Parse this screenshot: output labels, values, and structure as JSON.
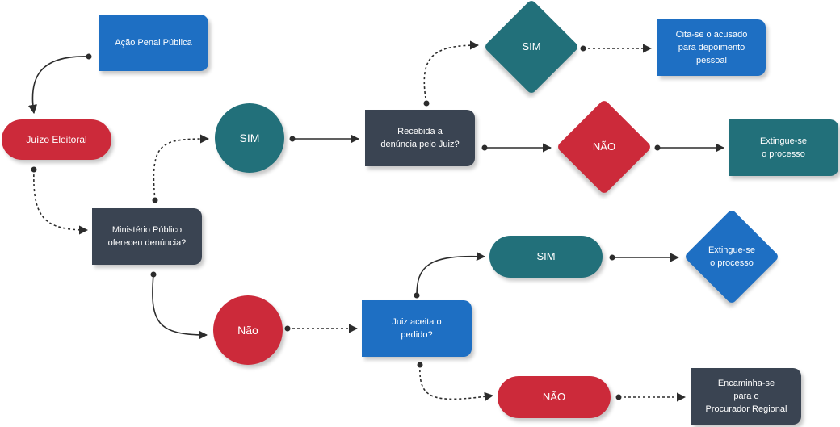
{
  "diagram": {
    "colors": {
      "blue": "#1e6fc3",
      "red": "#cc2a3a",
      "teal": "#22707a",
      "dark": "#3a4452",
      "line": "#2c2c2c"
    },
    "nodes": {
      "acao_penal": "Ação Penal Pública",
      "juizo_eleitoral": "Juízo Eleitoral",
      "mp_denuncia": "Ministério Público\nofereceu denúncia?",
      "sim_denuncia": "SIM",
      "nao_denuncia": "Não",
      "recebida": "Recebida a\ndenúncia pelo Juiz?",
      "sim_recebida": "SIM",
      "nao_recebida": "NÃO",
      "cita_se": "Cita-se o acusado\npara depoimento\npessoal",
      "extingue_1": "Extingue-se\no processo",
      "juiz_aceita": "Juiz aceita o\npedido?",
      "sim_aceita": "SIM",
      "nao_aceita": "NÃO",
      "extingue_2": "Extingue-se\no processo",
      "encaminha": "Encaminha-se\npara o\nProcurador Regional"
    }
  }
}
